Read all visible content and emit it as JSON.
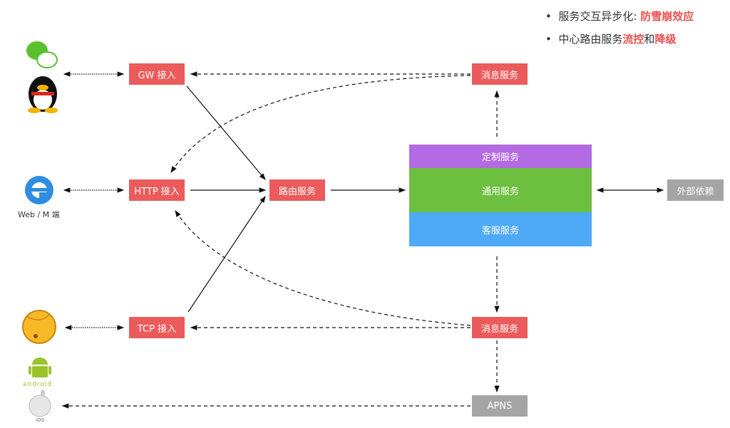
{
  "notes": [
    {
      "parts": [
        {
          "text": "服务交互异步化: ",
          "hl": false
        },
        {
          "text": "防雪崩效应",
          "hl": true
        }
      ]
    },
    {
      "parts": [
        {
          "text": "中心路由服务",
          "hl": false
        },
        {
          "text": "流控",
          "hl": true
        },
        {
          "text": "和",
          "hl": false
        },
        {
          "text": "降级",
          "hl": true
        }
      ]
    }
  ],
  "nodes": {
    "gw": "GW 接入",
    "http": "HTTP 接入",
    "tcp": "TCP 接入",
    "router": "路由服务",
    "msg_top": "消息服务",
    "msg_bottom": "消息服务",
    "apns": "APNS",
    "custom": "定制服务",
    "common": "通用服务",
    "support": "客服服务",
    "external": "外部依赖"
  },
  "clients": {
    "web_label": "Web / M 端",
    "android_label": "android",
    "ios_label": "iOS"
  },
  "colors": {
    "red": "#eb5b5b",
    "purple": "#b36ae2",
    "green": "#6cbf3f",
    "blue": "#4ea9f6",
    "gray": "#a5a5a5",
    "highlight": "#e8504f"
  }
}
